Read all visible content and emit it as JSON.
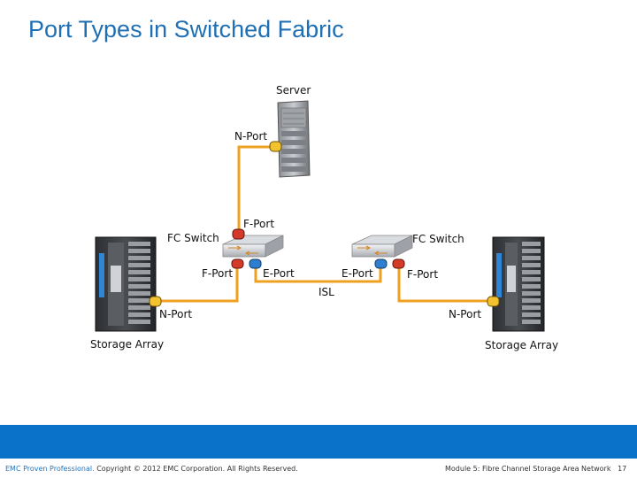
{
  "title": "Port Types in Switched Fabric",
  "labels": {
    "server": "Server",
    "server_nport": "N-Port",
    "fc_switch_left": "FC Switch",
    "fc_switch_right": "FC Switch",
    "fport_top": "F-Port",
    "fport_left": "F-Port",
    "eport_left": "E-Port",
    "eport_right": "E-Port",
    "fport_right": "F-Port",
    "isl": "ISL",
    "nport_left": "N-Port",
    "nport_right": "N-Port",
    "storage_left": "Storage Array",
    "storage_right": "Storage Array"
  },
  "colors": {
    "link": "#f0a020",
    "title": "#1f6fb5",
    "n_port": "#f2c230",
    "f_port": "#d43a2a",
    "e_port": "#2f7fd0",
    "footer_band": "#0a73c9"
  },
  "footer": {
    "brand": "EMC Proven Professional.",
    "copyright": " Copyright © 2012 EMC Corporation. All Rights Reserved.",
    "module": "Module 5: Fibre Channel Storage Area Network",
    "page": "17"
  }
}
